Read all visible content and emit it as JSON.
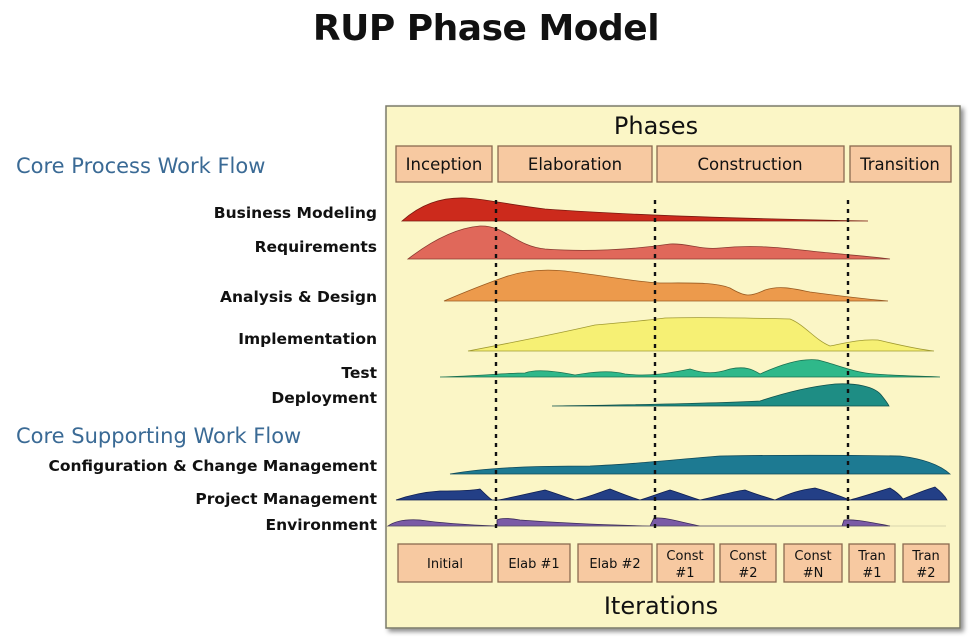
{
  "title": "RUP Phase Model",
  "phases_label": "Phases",
  "iterations_label": "Iterations",
  "sections": {
    "core_process": "Core Process Work Flow",
    "core_supporting": "Core Supporting  Work Flow"
  },
  "phases": [
    "Inception",
    "Elaboration",
    "Construction",
    "Transition"
  ],
  "iterations": [
    [
      "Initial"
    ],
    [
      "Elab #1"
    ],
    [
      "Elab #2"
    ],
    [
      "Const",
      "#1"
    ],
    [
      "Const",
      "#2"
    ],
    [
      "Const",
      "#N"
    ],
    [
      "Tran",
      "#1"
    ],
    [
      "Tran",
      "#2"
    ]
  ],
  "workflows": [
    {
      "label": "Business Modeling",
      "color": "#cc2a1c"
    },
    {
      "label": "Requirements",
      "color": "#e0685a"
    },
    {
      "label": "Analysis & Design",
      "color": "#ec9a4c"
    },
    {
      "label": "Implementation",
      "color": "#f6f074"
    },
    {
      "label": "Test",
      "color": "#2fb88a"
    },
    {
      "label": "Deployment",
      "color": "#1e8d84"
    },
    {
      "label": "Configuration & Change Management",
      "color": "#1d7a92"
    },
    {
      "label": "Project Management",
      "color": "#233f86"
    },
    {
      "label": "Environment",
      "color": "#7a5aa6"
    }
  ],
  "colors": {
    "panel": "#fbf6c6",
    "box": "#f7c9a1",
    "box_border": "#8a6a50",
    "section_text": "#3a6a95"
  }
}
